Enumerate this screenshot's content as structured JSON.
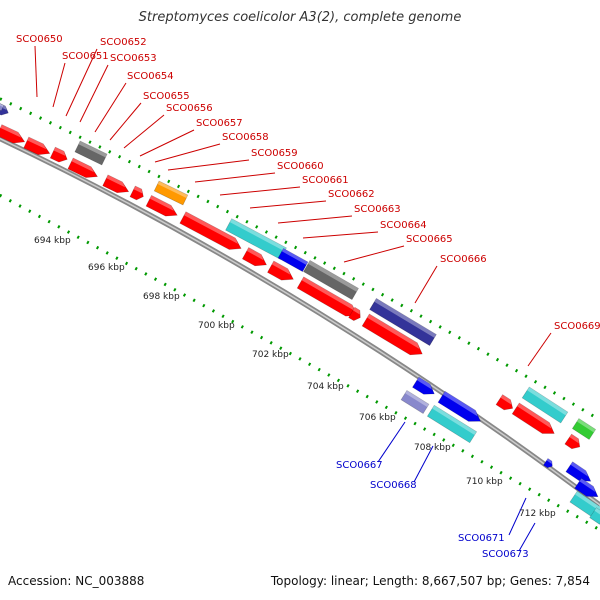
{
  "title": "Streptomyces coelicolor A3(2), complete genome",
  "footer": {
    "accession": "Accession: NC_003888",
    "summary": "Topology: linear; Length: 8,667,507 bp; Genes: 7,854"
  },
  "colors": {
    "forward_label": "#cc0000",
    "reverse_label": "#0000cc",
    "red": "#ff0000",
    "gray": "#666666",
    "orange": "#ff9900",
    "cyan": "#33cccc",
    "blue": "#0000ee",
    "navy": "#333399",
    "lavender": "#8888cc",
    "green": "#33cc33",
    "tick": "#009900",
    "backbone": "#888888"
  },
  "ticks": [
    "694 kbp",
    "696 kbp",
    "698 kbp",
    "700 kbp",
    "702 kbp",
    "704 kbp",
    "706 kbp",
    "708 kbp",
    "710 kbp",
    "712 kbp"
  ],
  "forward_labels": [
    "SCO0650",
    "SCO0651",
    "SCO0652",
    "SCO0653",
    "SCO0654",
    "SCO0655",
    "SCO0656",
    "SCO0657",
    "SCO0658",
    "SCO0659",
    "SCO0660",
    "SCO0661",
    "SCO0662",
    "SCO0663",
    "SCO0664",
    "SCO0665",
    "SCO0666",
    "SCO0669"
  ],
  "reverse_labels": [
    "SCO0667",
    "SCO0668",
    "SCO0671",
    "SCO0673"
  ]
}
